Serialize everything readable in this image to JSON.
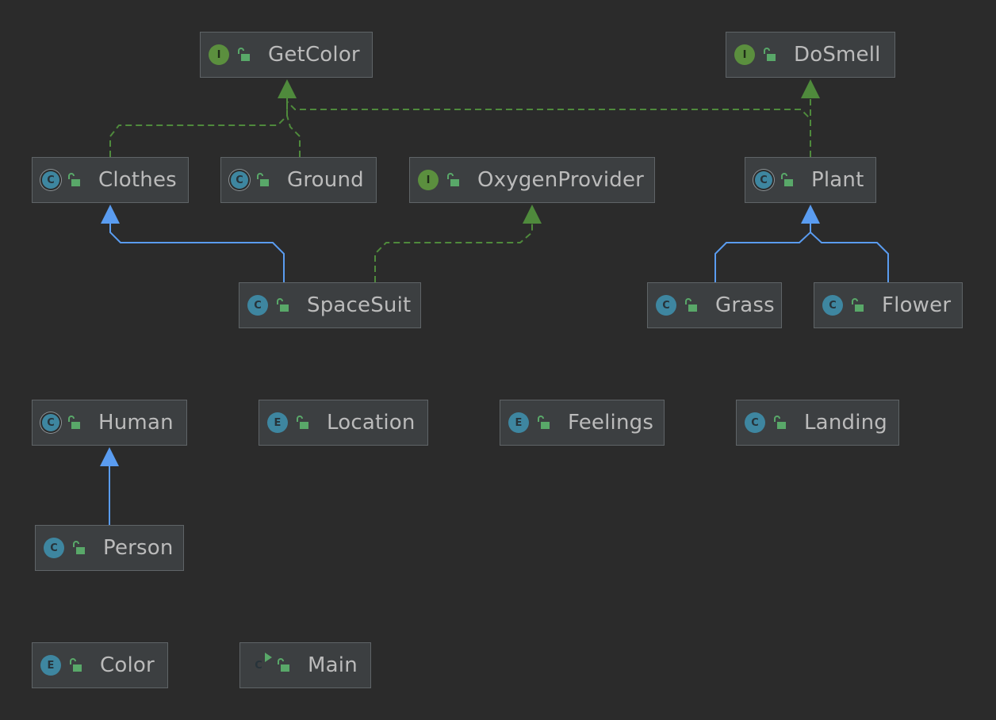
{
  "nodes": [
    {
      "id": "getcolor",
      "label": "GetColor",
      "kind": "interface",
      "badge": "I",
      "icon": "interface-icon"
    },
    {
      "id": "dosmell",
      "label": "DoSmell",
      "kind": "interface",
      "badge": "I",
      "icon": "interface-icon"
    },
    {
      "id": "clothes",
      "label": "Clothes",
      "kind": "abstract",
      "badge": "C",
      "icon": "abstract-class-icon"
    },
    {
      "id": "ground",
      "label": "Ground",
      "kind": "abstract",
      "badge": "C",
      "icon": "abstract-class-icon"
    },
    {
      "id": "oxygenprovider",
      "label": "OxygenProvider",
      "kind": "interface",
      "badge": "I",
      "icon": "interface-icon"
    },
    {
      "id": "plant",
      "label": "Plant",
      "kind": "abstract",
      "badge": "C",
      "icon": "abstract-class-icon"
    },
    {
      "id": "spacesuit",
      "label": "SpaceSuit",
      "kind": "class",
      "badge": "C",
      "icon": "class-icon"
    },
    {
      "id": "grass",
      "label": "Grass",
      "kind": "class",
      "badge": "C",
      "icon": "class-icon"
    },
    {
      "id": "flower",
      "label": "Flower",
      "kind": "class",
      "badge": "C",
      "icon": "class-icon"
    },
    {
      "id": "human",
      "label": "Human",
      "kind": "abstract",
      "badge": "C",
      "icon": "abstract-class-icon"
    },
    {
      "id": "location",
      "label": "Location",
      "kind": "enum",
      "badge": "E",
      "icon": "enum-icon"
    },
    {
      "id": "feelings",
      "label": "Feelings",
      "kind": "enum",
      "badge": "E",
      "icon": "enum-icon"
    },
    {
      "id": "landing",
      "label": "Landing",
      "kind": "class",
      "badge": "C",
      "icon": "class-icon"
    },
    {
      "id": "person",
      "label": "Person",
      "kind": "class",
      "badge": "C",
      "icon": "class-icon"
    },
    {
      "id": "color",
      "label": "Color",
      "kind": "enum",
      "badge": "E",
      "icon": "enum-icon"
    },
    {
      "id": "main",
      "label": "Main",
      "kind": "main",
      "badge": "C",
      "icon": "main-class-icon"
    }
  ],
  "edges": [
    {
      "from": "clothes",
      "to": "getcolor",
      "type": "implements"
    },
    {
      "from": "ground",
      "to": "getcolor",
      "type": "implements"
    },
    {
      "from": "plant",
      "to": "getcolor",
      "type": "implements"
    },
    {
      "from": "plant",
      "to": "dosmell",
      "type": "implements"
    },
    {
      "from": "spacesuit",
      "to": "clothes",
      "type": "extends"
    },
    {
      "from": "spacesuit",
      "to": "oxygenprovider",
      "type": "implements"
    },
    {
      "from": "grass",
      "to": "plant",
      "type": "extends"
    },
    {
      "from": "flower",
      "to": "plant",
      "type": "extends"
    },
    {
      "from": "person",
      "to": "human",
      "type": "extends"
    }
  ],
  "colors": {
    "background": "#2b2b2b",
    "node_fill": "#3c3f41",
    "node_border": "#5f6467",
    "text": "#bbbbbb",
    "extends_line": "#5a9cf0",
    "implements_line": "#4f8a3c",
    "lock": "#59a869"
  }
}
